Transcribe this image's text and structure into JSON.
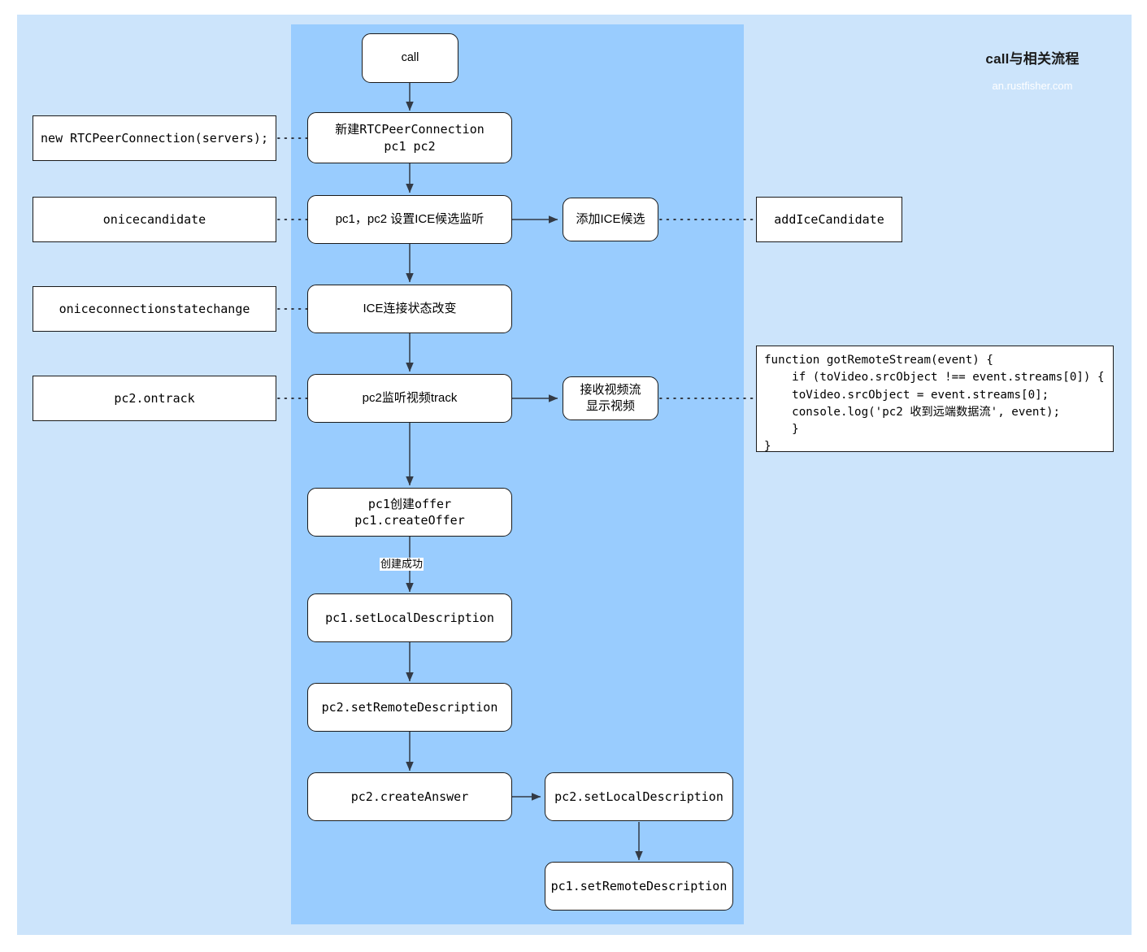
{
  "header": {
    "title": "call与相关流程",
    "subtitle": "an.rustfisher.com"
  },
  "colors": {
    "band_outer": "#cce4fb",
    "band_inner": "#99ccfe",
    "node_fill": "#ffffff",
    "node_stroke": "#1a1a1a",
    "subtitle_text": "#ffffff"
  },
  "main_flow": {
    "nodes": [
      {
        "id": "call",
        "label": "call"
      },
      {
        "id": "new-peer-connection",
        "label": "新建RTCPeerConnection\npc1 pc2"
      },
      {
        "id": "set-ice-listener",
        "label": "pc1，pc2 设置ICE候选监听"
      },
      {
        "id": "ice-state-change",
        "label": "ICE连接状态改变"
      },
      {
        "id": "pc2-track-listen",
        "label": "pc2监听视频track"
      },
      {
        "id": "pc1-create-offer",
        "label": "pc1创建offer\npc1.createOffer"
      },
      {
        "id": "pc1-set-local-description",
        "label": "pc1.setLocalDescription"
      },
      {
        "id": "pc2-set-remote-description",
        "label": "pc2.setRemoteDescription"
      },
      {
        "id": "pc2-create-answer",
        "label": "pc2.createAnswer"
      },
      {
        "id": "pc2-set-local-description",
        "label": "pc2.setLocalDescription"
      },
      {
        "id": "pc1-set-remote-description",
        "label": "pc1.setRemoteDescription"
      }
    ]
  },
  "branch_nodes": [
    {
      "id": "add-ice-candidate-cn",
      "label": "添加ICE候选"
    },
    {
      "id": "receive-video-stream",
      "label": "接收视频流\n显示视频"
    }
  ],
  "left_annotations": [
    {
      "id": "new-rtcpeerconnection-servers",
      "label": "new RTCPeerConnection(servers);"
    },
    {
      "id": "onicecandidate",
      "label": "onicecandidate"
    },
    {
      "id": "oniceconnectionstatechange",
      "label": "oniceconnectionstatechange"
    },
    {
      "id": "pc2-ontrack",
      "label": "pc2.ontrack"
    }
  ],
  "right_annotations": [
    {
      "id": "add-ice-candidate-api",
      "label": "addIceCandidate"
    }
  ],
  "code_block": {
    "id": "got-remote-stream-code",
    "text": "function gotRemoteStream(event) {\n    if (toVideo.srcObject !== event.streams[0]) {\n    toVideo.srcObject = event.streams[0];\n    console.log('pc2 收到远端数据流', event);\n    }\n}"
  },
  "edge_labels": [
    {
      "id": "create-success",
      "label": "创建成功"
    }
  ]
}
